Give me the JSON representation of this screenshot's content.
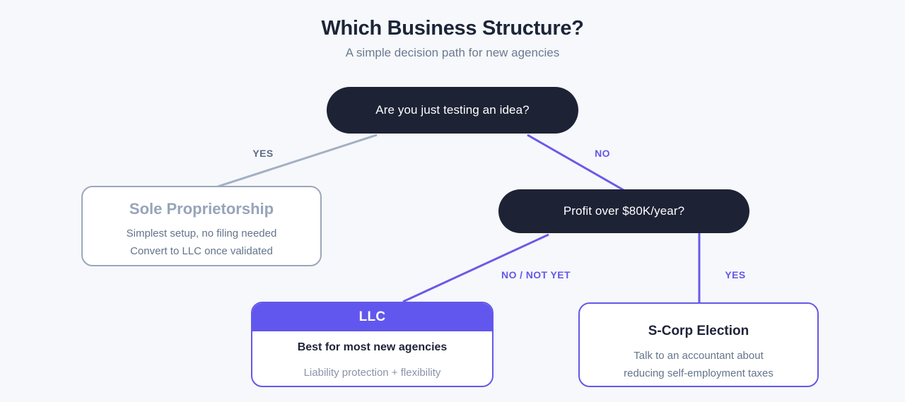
{
  "page": {
    "title": "Which Business Structure?",
    "subtitle": "A simple decision path for new agencies"
  },
  "colors": {
    "background": "#f6f8fb",
    "question_node": "#1e2235",
    "accent_purple": "#6157ee",
    "gray_line": "#a3b0c2",
    "muted_text": "#64748b",
    "dark_text": "#1e2438",
    "sole_title_text": "#97a4ba"
  },
  "nodes": {
    "question_1": {
      "label": "Are you just testing an idea?"
    },
    "question_2": {
      "label": "Profit over $80K/year?"
    },
    "sole_proprietorship": {
      "title": "Sole Proprietorship",
      "line1": "Simplest setup, no filing needed",
      "line2": "Convert to LLC once validated"
    },
    "llc": {
      "title": "LLC",
      "line1": "Best for most new agencies",
      "line2": "Liability protection + flexibility"
    },
    "s_corp": {
      "title": "S-Corp Election",
      "line1": "Talk to an accountant about",
      "line2": "reducing self-employment taxes"
    }
  },
  "edges": {
    "q1_yes": "YES",
    "q1_no": "NO",
    "q2_no": "NO / NOT YET",
    "q2_yes": "YES"
  }
}
